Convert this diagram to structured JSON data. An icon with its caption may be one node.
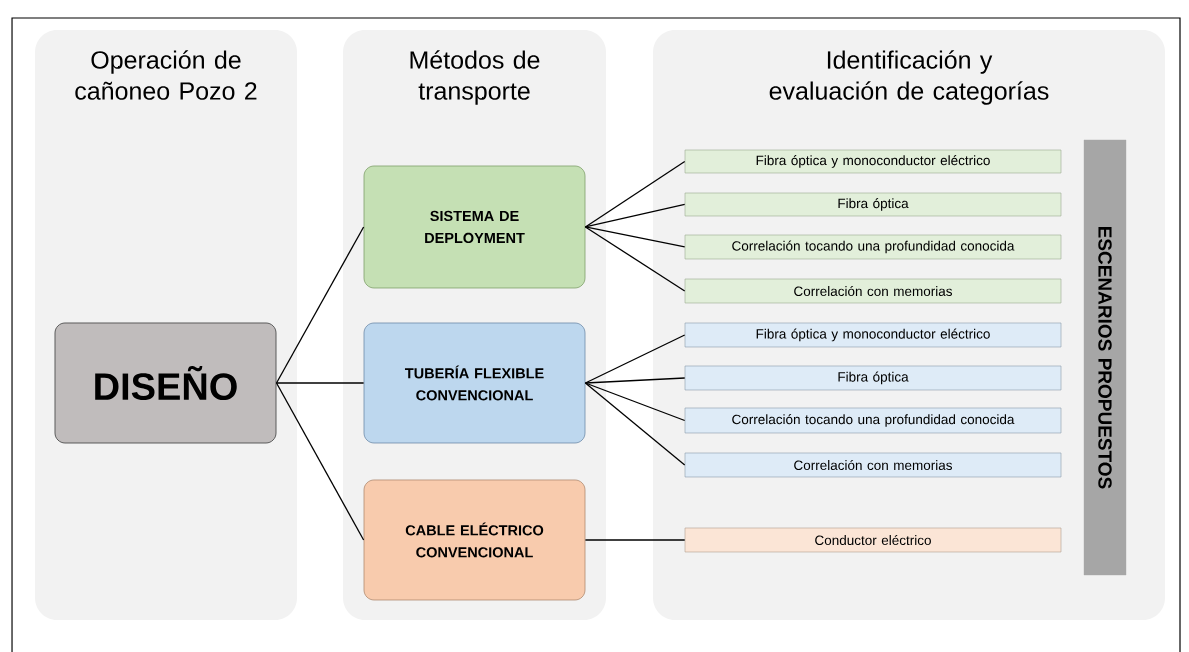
{
  "diagram": {
    "nodes": [
      {
        "text": [
          "Operación de cañoneo Pozo 2"
        ]
      },
      {
        "text": [
          "DISEÑO"
        ],
        "in": 0
      },
      {
        "text": [
          "Métodos de transporte"
        ]
      },
      {
        "text": [
          "SISTEMA DE DEPLOYMENT"
        ],
        "in": 2
      },
      {
        "text": [
          "TUBERÍA FLEXIBLE CONVENCIONAL"
        ],
        "in": 2
      },
      {
        "text": [
          "CABLE ELÉCTRICO CONVENCIONAL"
        ],
        "in": 2
      },
      {
        "text": [
          "Identificación y evaluación de categorías"
        ]
      },
      {
        "text": [
          "Fibra óptica y monoconductor eléctrico"
        ],
        "in": 6
      },
      {
        "text": [
          "Fibra óptica"
        ],
        "in": 6
      },
      {
        "text": [
          "Correlación tocando una profundidad conocida"
        ],
        "in": 6
      },
      {
        "text": [
          "Correlación con memorias"
        ],
        "in": 6
      },
      {
        "text": [
          "Fibra óptica y monoconductor eléctrico"
        ],
        "in": 6
      },
      {
        "text": [
          "Fibra óptica"
        ],
        "in": 6
      },
      {
        "text": [
          "Correlación tocando una profundidad conocida"
        ],
        "in": 6
      },
      {
        "text": [
          "Correlación con memorias"
        ],
        "in": 6
      },
      {
        "text": [
          "Conductor eléctrico"
        ],
        "in": 6
      },
      {
        "text": [
          "ESCENARIOS PROPUESTOS"
        ],
        "in": 6
      }
    ],
    "edges": [
      {
        "from": 1,
        "to": 3,
        "arrow": "none"
      },
      {
        "from": 1,
        "to": 4,
        "arrow": "none"
      },
      {
        "from": 1,
        "to": 5,
        "arrow": "none"
      },
      {
        "from": 3,
        "to": 7,
        "arrow": "none"
      },
      {
        "from": 3,
        "to": 8,
        "arrow": "none"
      },
      {
        "from": 3,
        "to": 9,
        "arrow": "none"
      },
      {
        "from": 3,
        "to": 10,
        "arrow": "none"
      },
      {
        "from": 4,
        "to": 11,
        "arrow": "none"
      },
      {
        "from": 4,
        "to": 12,
        "arrow": "none"
      },
      {
        "from": 4,
        "to": 13,
        "arrow": "none"
      },
      {
        "from": 4,
        "to": 14,
        "arrow": "none"
      },
      {
        "from": 5,
        "to": 15,
        "arrow": "none"
      }
    ]
  }
}
